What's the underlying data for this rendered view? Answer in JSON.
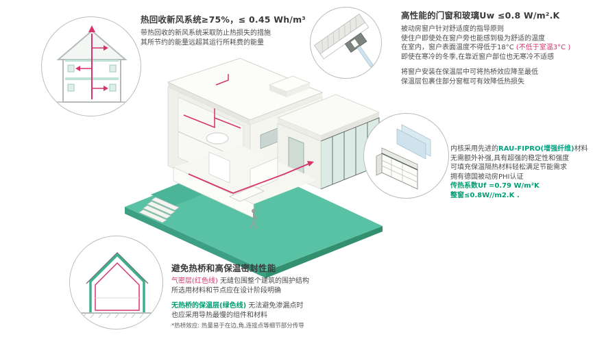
{
  "colors": {
    "teal_accent": "#00a583",
    "platform_teal": "#5ac2a4",
    "duct_red": "#d6336c",
    "green_text": "#009e72",
    "heading_dark": "#3a3a3a",
    "body_gray": "#4c4c4c"
  },
  "hrv_section": {
    "title": "热回收新风系统≥75%，≤ 0.45 Wh/m³",
    "line1": "带热回收的新风系统采取防止热损失的措施",
    "line2": "其所节约的能量远超其运行所耗费的能量"
  },
  "window_section": {
    "title": "高性能的门窗和玻璃Uw ≤0.8 W/m².K",
    "line1": "被动房窗户针对舒适度的指导原则",
    "line2": "使住户即使处在窗户旁也能感到极为舒适的温度",
    "line3a": "在室内，窗户表面温度不得低于18°C ",
    "line3b": "(不低于室温3°C )",
    "line4": "即使在寒冷的冬季,在靠近窗户部位也无寒冷不适感",
    "line5": "将窗户安装在保温层中可将热桥效应降至最低",
    "line6": "保温层包裹住部分窗框可有效降低热损失"
  },
  "profile_section": {
    "line1a": "内核采用先进的",
    "line1b": "RAU-FIPRO(增强纤维)",
    "line1c": "材料",
    "line2": "无需额外补强,具有超强的稳定性和强度",
    "line3": "可填充保温隔热材料轻松满足节能需求",
    "line4": "拥有德国被动房PHI认证",
    "line5": "传热系数Uf =0.79 W/m²K",
    "line6": "整窗≤0.8W//m2.K ."
  },
  "thermal_section": {
    "title": "避免热桥和高保温密封性能",
    "line1a": "气密层(红色线)",
    "line1b": " 无缝包围整个建筑的围护结构",
    "line2": "所选用材料和节点应在设计阶段明确",
    "line3a": "无热桥的保温层(绿色线)",
    "line3b": " 无法避免渗漏点时",
    "line4": "也应采用导热最慢的组件和材料",
    "footnote": "*热桥效应: 热量易于在边,角,连接点等细节部分传导"
  },
  "illustrations": {
    "main_house": "isometric-passive-house-cutaway",
    "hrv_circle": "house-section-ventilation-arrows",
    "window_corner_circle": "window-installation-section",
    "window_profile_circle": "window-frame-profile",
    "thermal_circle": "house-outline-airtight-and-insulation-layers"
  }
}
